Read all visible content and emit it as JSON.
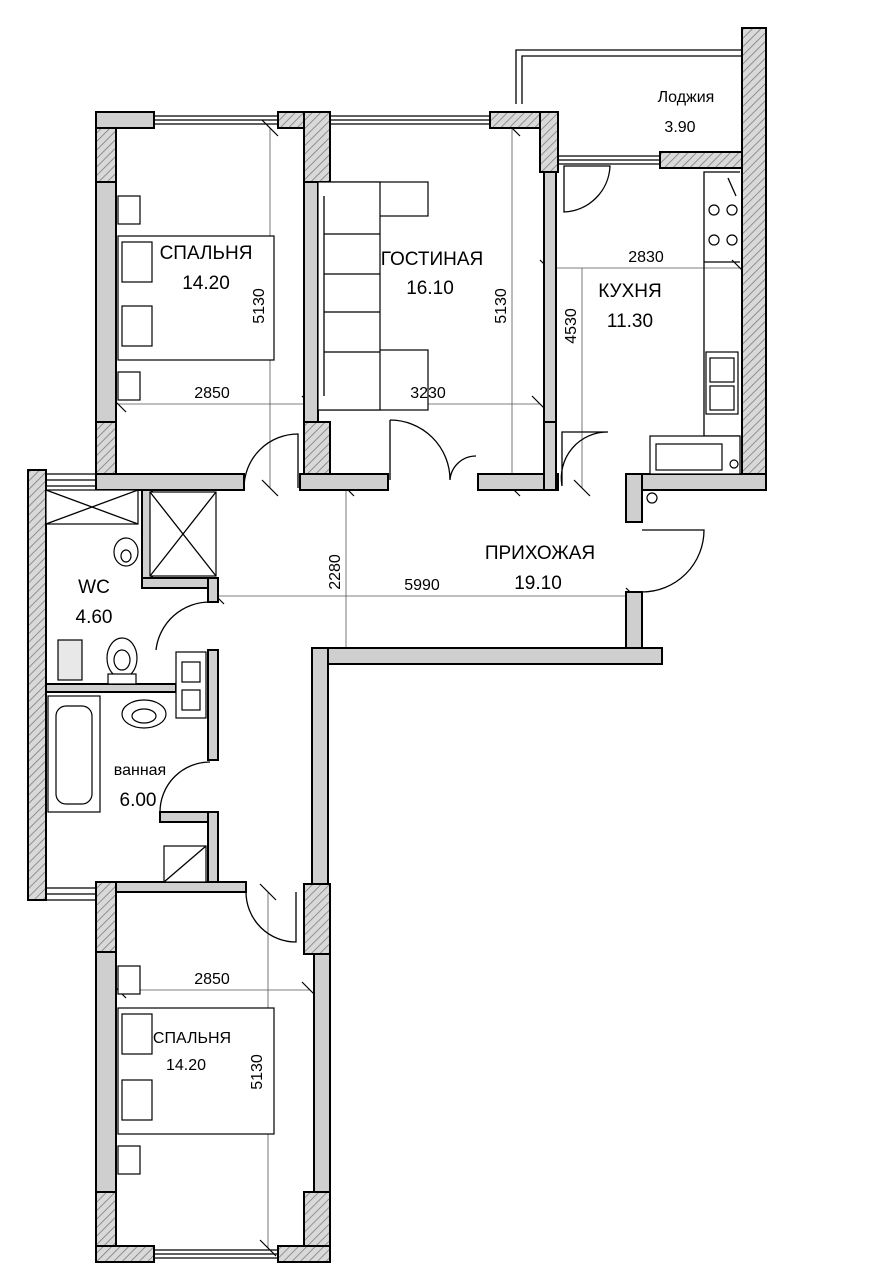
{
  "rooms": {
    "bedroom_top": {
      "name": "СПАЛЬНЯ",
      "area": "14.20"
    },
    "living": {
      "name": "ГОСТИНАЯ",
      "area": "16.10"
    },
    "kitchen": {
      "name": "КУХНЯ",
      "area": "11.30"
    },
    "loggia": {
      "name": "Лоджия",
      "area": "3.90"
    },
    "hall": {
      "name": "ПРИХОЖАЯ",
      "area": "19.10"
    },
    "wc": {
      "name": "WC",
      "area": "4.60"
    },
    "bath": {
      "name": "ванная",
      "area": "6.00"
    },
    "bedroom_bottom": {
      "name": "СПАЛЬНЯ",
      "area": "14.20"
    }
  },
  "dimensions": {
    "bedroom_top_width": "2850",
    "bedroom_top_depth": "5130",
    "living_width": "3230",
    "living_depth": "5130",
    "kitchen_width": "2830",
    "kitchen_depth": "4530",
    "hall_length": "5990",
    "hall_width": "2280",
    "bedroom_bottom_width": "2850",
    "bedroom_bottom_depth": "5130"
  }
}
